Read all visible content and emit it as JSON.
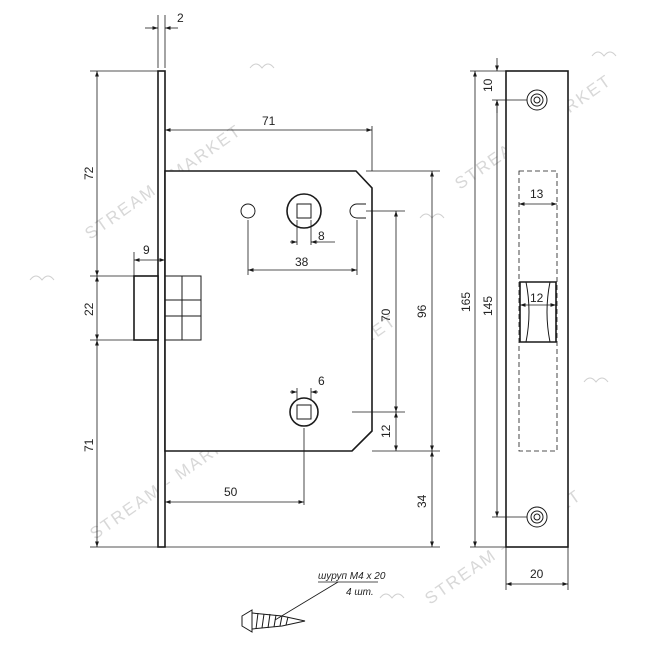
{
  "dimensions": {
    "faceplate_thickness": "2",
    "backset": "71",
    "height_upper": "72",
    "latch_projection": "9",
    "latch_height": "22",
    "height_lower": "71",
    "spindle_square": "8",
    "follower_to_latch_slot": "38",
    "vertical_spacing": "70",
    "case_height": "96",
    "bolt_square": "6",
    "bolt_hole_offset": "12",
    "bolt_backset": "50",
    "bottom_offset": "34",
    "strike_total_height": "165",
    "strike_hole_spacing": "145",
    "strike_hole_offset": "10",
    "strike_upper_cutout": "13",
    "strike_latch_cutout": "12",
    "strike_width": "20"
  },
  "screw_note": {
    "line1": "шуруп М4 х 20",
    "line2": "4 шт."
  },
  "watermark": "STREAM - MARKET"
}
